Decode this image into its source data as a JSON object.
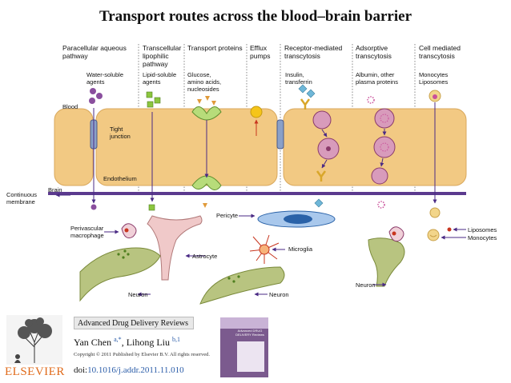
{
  "title": "Transport routes across the blood–brain barrier",
  "columns": [
    {
      "head": "Paracellular aqueous pathway",
      "lines": [
        "Paracellular aqueous",
        "pathway"
      ]
    },
    {
      "head": "Transcellular lipophilic pathway",
      "lines": [
        "Transcellular",
        "lipophilic",
        "pathway"
      ]
    },
    {
      "head": "Transport proteins",
      "lines": [
        "Transport proteins"
      ]
    },
    {
      "head": "Efflux pumps",
      "lines": [
        "Efflux",
        "pumps"
      ]
    },
    {
      "head": "Receptor-mediated transcytosis",
      "lines": [
        "Receptor-mediated",
        "transcytosis"
      ]
    },
    {
      "head": "Adsorptive transcytosis",
      "lines": [
        "Adsorptive",
        "transcytosis"
      ]
    },
    {
      "head": "Cell mediated transcytosis",
      "lines": [
        "Cell mediated",
        "transcytosis"
      ]
    }
  ],
  "agents": {
    "water": [
      "Water-soluble",
      "agents"
    ],
    "lipid": [
      "Lipid-soluble",
      "agents"
    ],
    "glucose": [
      "Glucose,",
      "amino acids,",
      "nucleosides"
    ],
    "insulin": [
      "Insulin,",
      "transferrin"
    ],
    "albumin": [
      "Albumin, other",
      "plasma proteins"
    ],
    "monocytes": [
      "Monocytes",
      "Liposomes"
    ]
  },
  "labels": {
    "blood": "Blood",
    "tight_junction": [
      "Tight",
      "junction"
    ],
    "endothelium": "Endothelium",
    "brain": "Brain",
    "continuous_membrane": [
      "Continuous",
      "membrane"
    ],
    "perivascular_macrophage": [
      "Perivascular",
      "macrophage"
    ],
    "pericyte": "Pericyte",
    "astrocyte": "Astrocyte",
    "microglia": "Microglia",
    "neuron": "Neuron",
    "liposomes": "Liposomes",
    "monocytes": "Monocytes"
  },
  "citation": {
    "journal": "Advanced Drug Delivery Reviews",
    "author1": "Yan Chen ",
    "author1_sup": "a,*",
    "author2": ", Lihong Liu ",
    "author2_sup": "b,1",
    "copyright": "Copyright © 2011 Published by Elsevier B.V. All rights reserved.",
    "doi_prefix": "doi:",
    "doi": "10.1016/j.addr.2011.11.010",
    "publisher": "ELSEVIER",
    "cover_text": "Advanced DRUG DELIVERY Reviews"
  },
  "colors": {
    "endothelium": "#f2c983",
    "membrane": "#5b3a8e",
    "arrow": "#4a2a84",
    "vesicle": "#c9509a",
    "green": "#8cc63f",
    "pink": "#e8b7c6",
    "neuron": "#a8b86a",
    "elsevier": "#e06a1a"
  }
}
